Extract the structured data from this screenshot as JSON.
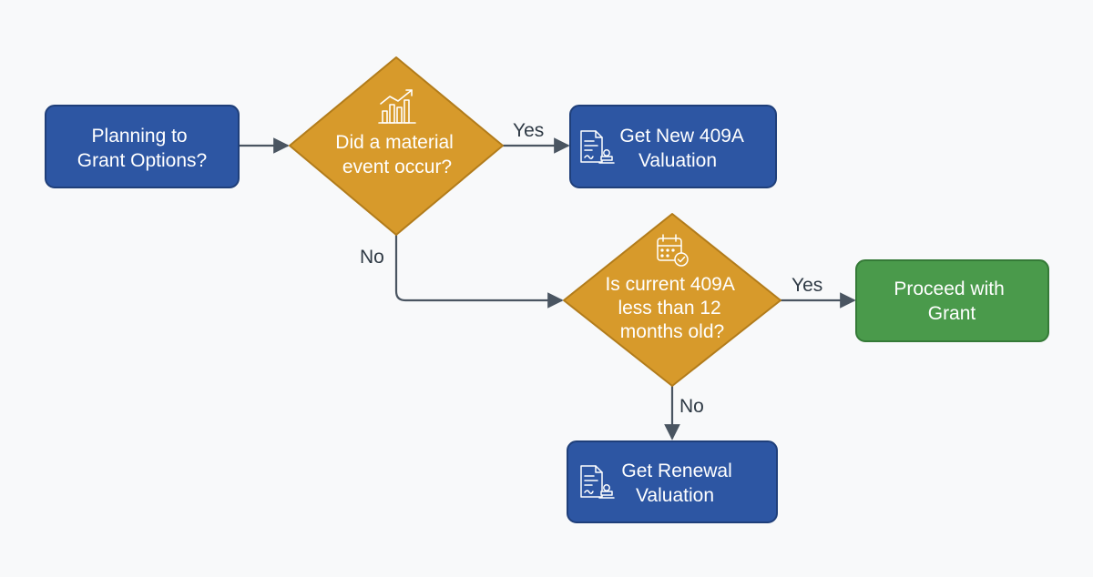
{
  "nodes": {
    "start": {
      "lines": [
        "Planning to",
        "Grant Options?"
      ]
    },
    "material": {
      "lines": [
        "Did a material",
        "event occur?"
      ],
      "icon": "growth-chart-icon"
    },
    "new409a": {
      "lines": [
        "Get New 409A",
        "Valuation"
      ],
      "icon": "document-stamp-icon"
    },
    "current409a": {
      "lines": [
        "Is current 409A",
        "less than 12",
        "months old?"
      ],
      "icon": "calendar-check-icon"
    },
    "proceed": {
      "lines": [
        "Proceed with",
        "Grant"
      ]
    },
    "renewal": {
      "lines": [
        "Get Renewal",
        "Valuation"
      ],
      "icon": "document-stamp-icon"
    }
  },
  "edges": {
    "material_yes": "Yes",
    "material_no": "No",
    "current_yes": "Yes",
    "current_no": "No"
  },
  "colors": {
    "process": "#2d56a3",
    "process_border": "#1f3f7a",
    "decision": "#d79a2b",
    "decision_border": "#b27c1b",
    "terminal": "#4a9a4b",
    "terminal_border": "#357a37",
    "connector": "#4a5561",
    "background": "#f8f9fa"
  }
}
